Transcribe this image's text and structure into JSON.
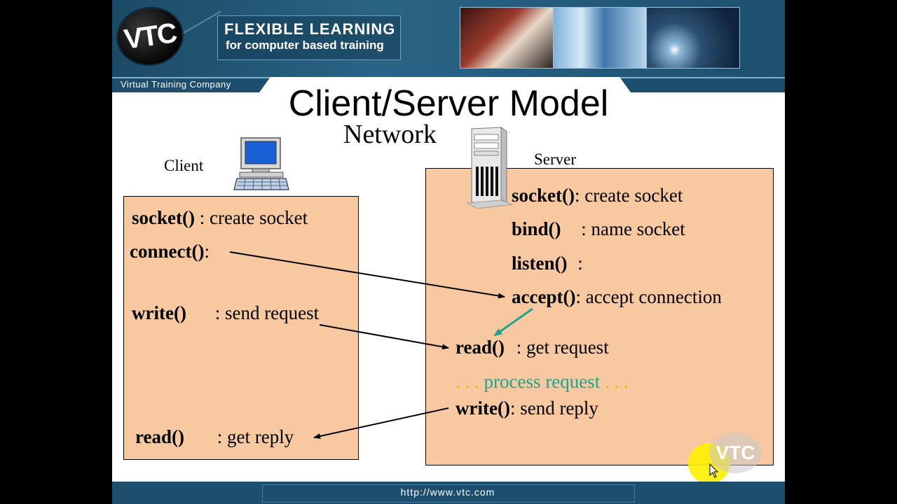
{
  "header": {
    "logo_text": "VTC",
    "tagline_line1": "FLEXIBLE LEARNING",
    "tagline_line2": "for computer based training",
    "company": "Virtual Training Company"
  },
  "slide": {
    "title": "Client/Server Model",
    "network_label": "Network",
    "client_label": "Client",
    "server_label": "Server"
  },
  "client_calls": [
    {
      "fn": "socket()",
      "desc": " : create socket"
    },
    {
      "fn": "connect()",
      "desc": ":"
    },
    {
      "fn": "write()",
      "desc": " : send request"
    },
    {
      "fn": "read()",
      "desc": " : get reply"
    }
  ],
  "server_calls": [
    {
      "fn": "socket()",
      "desc": ": create socket"
    },
    {
      "fn": "bind()",
      "desc": " : name socket"
    },
    {
      "fn": "listen()",
      "desc": " :"
    },
    {
      "fn": "accept()",
      "desc": ": accept connection"
    },
    {
      "fn": "read()",
      "desc": " : get request"
    },
    {
      "fn": "write()",
      "desc": ": send reply"
    }
  ],
  "process": {
    "dots_left": ". . .",
    "text": "process request",
    "dots_right": ". . ."
  },
  "footer": {
    "url": "http://www.vtc.com",
    "watermark": "VTC"
  },
  "colors": {
    "box_fill": "#f8c9a0",
    "header_blue": "#1d4e6d",
    "process_text": "#1fa38e",
    "dots": "#e0b900",
    "accept_to_read_arrow": "#1fa38e"
  }
}
